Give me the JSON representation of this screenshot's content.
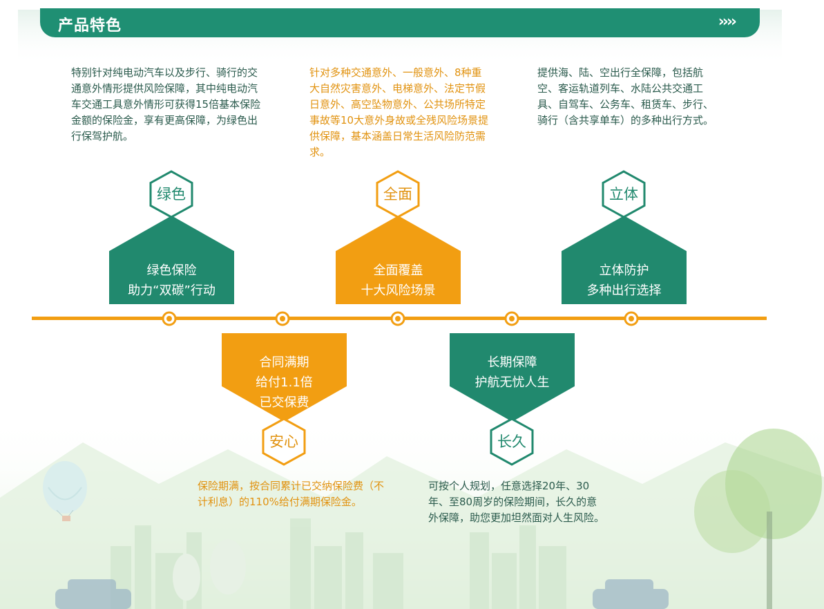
{
  "header": {
    "title": "产品特色",
    "arrows": "››››"
  },
  "colors": {
    "green": "#21896e",
    "orange": "#f29e12",
    "header_green": "#1f8f73"
  },
  "features": [
    {
      "hex_label": "绿色",
      "card_lines": [
        "绿色保险",
        "助力“双碳”行动"
      ],
      "description": "特别针对纯电动汽车以及步行、骑行的交通意外情形提供风险保障，其中纯电动汽车交通工具意外情形可获得15倍基本保险金额的保险金，享有更高保障，为绿色出行保驾护航。"
    },
    {
      "hex_label": "安心",
      "card_lines": [
        "合同满期",
        "给付1.1倍",
        "已交保费"
      ],
      "description": "保险期满，按合同累计已交纳保险费（不计利息）的110%给付满期保险金。"
    },
    {
      "hex_label": "全面",
      "card_lines": [
        "全面覆盖",
        "十大风险场景"
      ],
      "description": "针对多种交通意外、一般意外、8种重大自然灾害意外、电梯意外、法定节假日意外、高空坠物意外、公共场所特定事故等10大意外身故或全残风险场景提供保障，基本涵盖日常生活风险防范需求。"
    },
    {
      "hex_label": "长久",
      "card_lines": [
        "长期保障",
        "护航无忧人生"
      ],
      "description": "可按个人规划，任意选择20年、30年、至80周岁的保险期间，长久的意外保障，助您更加坦然面对人生风险。"
    },
    {
      "hex_label": "立体",
      "card_lines": [
        "立体防护",
        "多种出行选择"
      ],
      "description": "提供海、陆、空出行全保障，包括航空、客运轨道列车、水陆公共交通工具、自驾车、公务车、租赁车、步行、骑行（含共享单车）的多种出行方式。"
    }
  ]
}
